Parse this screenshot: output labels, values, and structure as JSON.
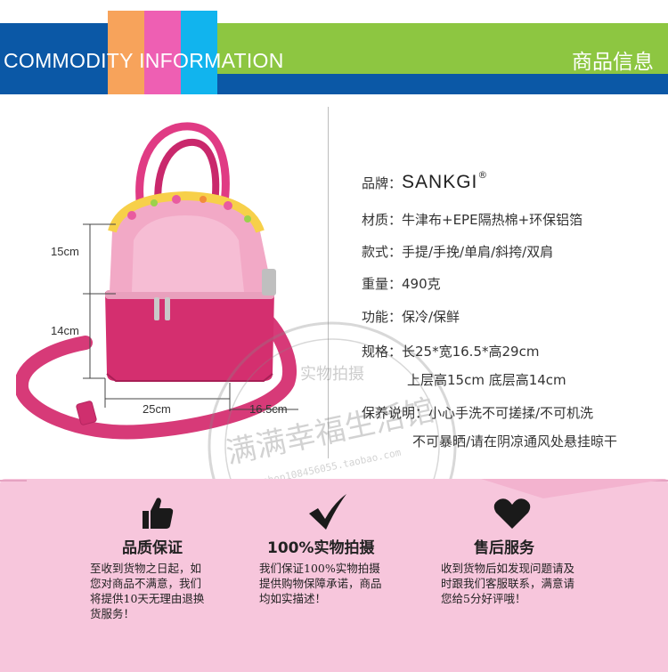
{
  "header": {
    "title_en": "COMMODITY INFORMATION",
    "title_cn": "商品信息"
  },
  "colors": {
    "header_blue": "#0b58a6",
    "header_green": "#8dc641",
    "header_orange": "#f7a35b",
    "header_pink": "#ee5fb3",
    "header_cyan": "#11b4ee",
    "panel_pink": "#f7c6dc",
    "bag_pink": "#d8306e"
  },
  "dimensions": {
    "upper": "15cm",
    "lower": "14cm",
    "length": "25cm",
    "width": "16.5cm"
  },
  "specs": {
    "brand_label": "品牌：",
    "brand_value": "SANKGI",
    "brand_mark": "®",
    "material": "材质：牛津布+EPE隔热棉+环保铝箔",
    "style": "款式：手提/手挽/单肩/斜挎/双肩",
    "weight": "重量：490克",
    "function": "功能：保冷/保鲜",
    "size_line1": "规格：长25*宽16.5*高29cm",
    "size_line2": "上层高15cm 底层高14cm",
    "care_line1": "保养说明：小心手洗不可搓揉/不可机洗",
    "care_line2": "不可暴晒/请在阴凉通风处悬挂晾干"
  },
  "watermark": {
    "shop_name": "满满幸福生活馆",
    "tag": "实物拍摄",
    "url": "shop108456055.taobao.com"
  },
  "guarantees": [
    {
      "icon": "thumbs-up-icon",
      "title": "品质保证",
      "lines": [
        "至收到货物之日起，如",
        "您对商品不满意，我们",
        "将提供10天无理由退换",
        "货服务！"
      ]
    },
    {
      "icon": "checkmark-icon",
      "title": "100%实物拍摄",
      "lines": [
        "我们保证100%实物拍摄",
        "提供购物保障承诺，商品",
        "均如实描述！"
      ]
    },
    {
      "icon": "heart-icon",
      "title": "售后服务",
      "lines": [
        "收到货物后如发现问题请及",
        "时跟我们客服联系，满意请",
        "您给5分好评哦！"
      ]
    }
  ]
}
